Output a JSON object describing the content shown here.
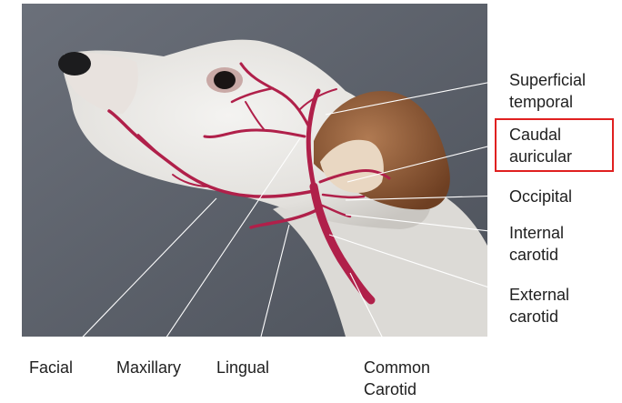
{
  "figure": {
    "background_color": "#5a5f68",
    "vessel_color": "#b0204a",
    "highlight_color": "#e02020",
    "leader_color": "#ffffff"
  },
  "labels": {
    "superficial_temporal": {
      "line1": "Superficial",
      "line2": "temporal"
    },
    "caudal_auricular": {
      "line1": "Caudal",
      "line2": "auricular",
      "highlighted": true
    },
    "occipital": {
      "line1": "Occipital"
    },
    "internal_carotid": {
      "line1": "Internal",
      "line2": "carotid"
    },
    "external_carotid": {
      "line1": "External",
      "line2": "carotid"
    },
    "facial": {
      "line1": "Facial"
    },
    "maxillary": {
      "line1": "Maxillary"
    },
    "lingual": {
      "line1": "Lingual"
    },
    "common_carotid": {
      "line1": "Common",
      "line2": "Carotid"
    }
  }
}
